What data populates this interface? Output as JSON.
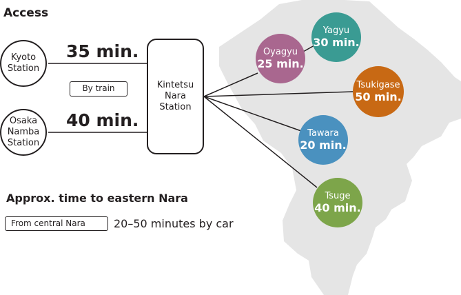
{
  "header": {
    "access_title": "Access"
  },
  "origins": [
    {
      "name": "Kyoto\nStation",
      "time": "35 min."
    },
    {
      "name": "Osaka\nNamba\nStation",
      "time": "40 min."
    }
  ],
  "mode_label": "By train",
  "hub": {
    "name": "Kintetsu\nNara\nStation"
  },
  "destinations": [
    {
      "name": "Yagyu",
      "time": "30 min.",
      "color": "#3a9b93"
    },
    {
      "name": "Oyagyu",
      "time": "25 min.",
      "color": "#a9678f"
    },
    {
      "name": "Tsukigase",
      "time": "50 min.",
      "color": "#c86914"
    },
    {
      "name": "Tawara",
      "time": "20 min.",
      "color": "#4a91bf"
    },
    {
      "name": "Tsuge",
      "time": "40 min.",
      "color": "#7da54a"
    }
  ],
  "eastern": {
    "title": "Approx. time to eastern Nara",
    "tag": "From central Nara",
    "text": "20–50 minutes by car"
  },
  "colors": {
    "map_fill": "#e5e5e5",
    "line": "#231f20"
  }
}
